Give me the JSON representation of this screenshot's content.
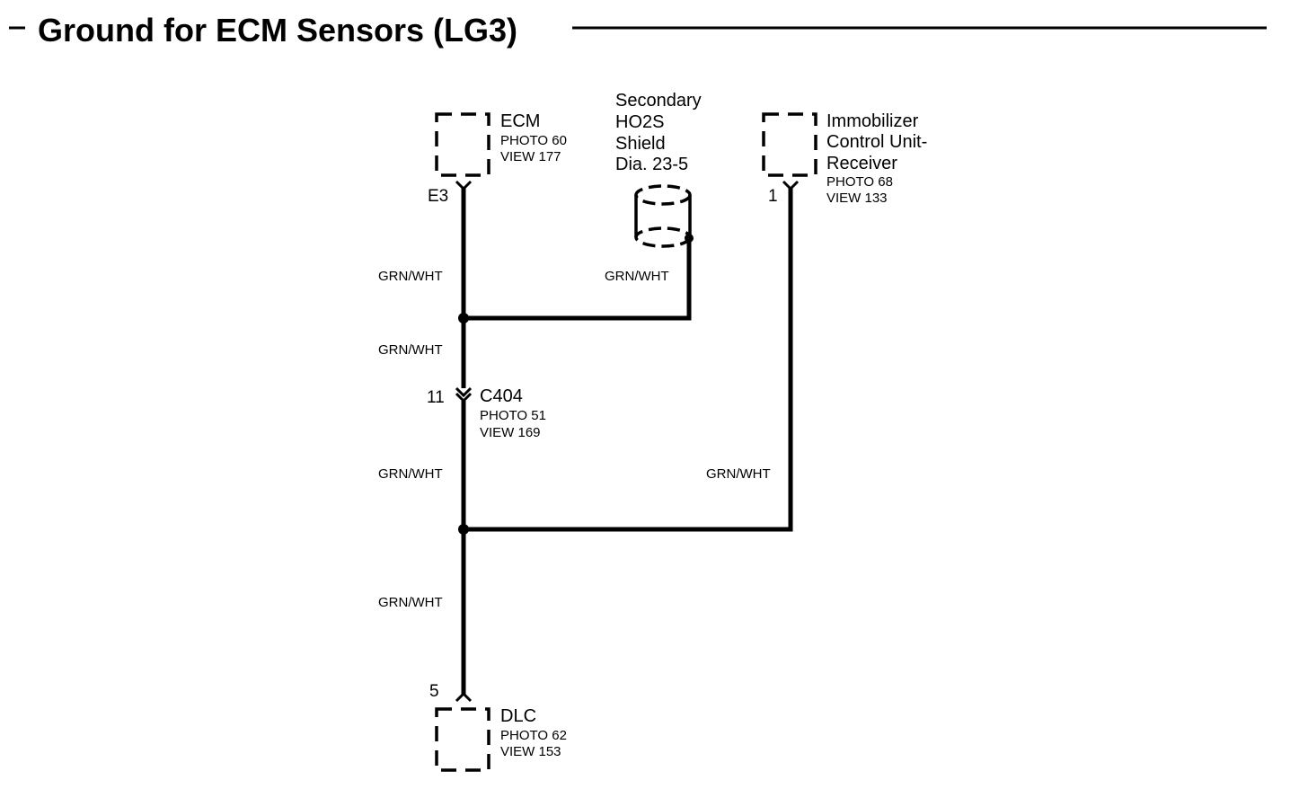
{
  "title": "Ground for ECM Sensors (LG3)",
  "components": {
    "ecm": {
      "name": "ECM",
      "photo": "PHOTO 60",
      "view": "VIEW 177",
      "pin": "E3"
    },
    "shield": {
      "lines": [
        "Secondary",
        "HO2S",
        "Shield",
        "Dia. 23-5"
      ]
    },
    "immobilizer": {
      "lines": [
        "Immobilizer",
        "Control Unit-",
        "Receiver"
      ],
      "photo": "PHOTO 68",
      "view": "VIEW 133",
      "pin": "1"
    },
    "c404": {
      "name": "C404",
      "photo": "PHOTO 51",
      "view": "VIEW 169",
      "pin": "11"
    },
    "dlc": {
      "name": "DLC",
      "photo": "PHOTO 62",
      "view": "VIEW 153",
      "pin": "5"
    }
  },
  "wires": {
    "ecm_to_splice": "GRN/WHT",
    "shield_to_splice": "GRN/WHT",
    "splice_to_c404": "GRN/WHT",
    "c404_to_splice": "GRN/WHT",
    "immobilizer_to_splice": "GRN/WHT",
    "splice_to_dlc": "GRN/WHT"
  }
}
